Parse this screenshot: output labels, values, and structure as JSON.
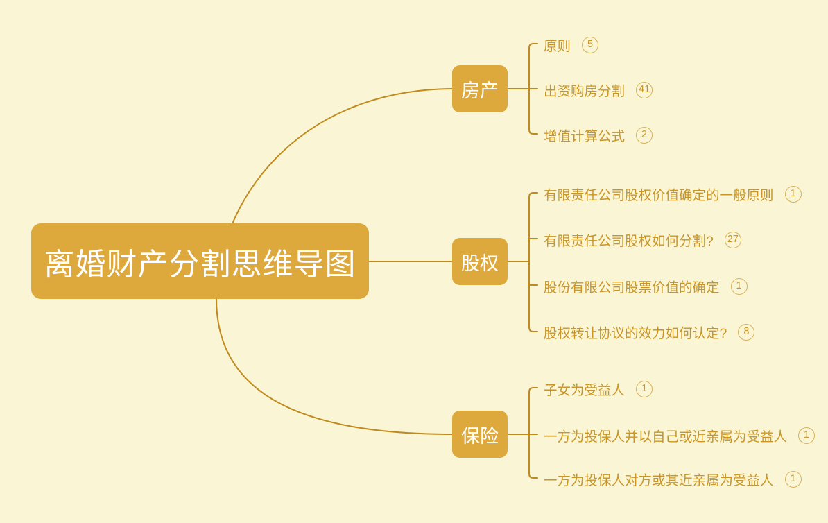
{
  "diagram": {
    "title": "离婚财产分割思维导图",
    "background_color": "#faf6d5",
    "node_color": "#dda93c",
    "line_color": "#c08b1e",
    "text_color": "#c99526",
    "root": {
      "label": "离婚财产分割思维导图"
    },
    "branches": [
      {
        "label": "房产",
        "leaves": [
          {
            "label": "原则",
            "count": "5"
          },
          {
            "label": "出资购房分割",
            "count": "41"
          },
          {
            "label": "增值计算公式",
            "count": "2"
          }
        ]
      },
      {
        "label": "股权",
        "leaves": [
          {
            "label": "有限责任公司股权价值确定的一般原则",
            "count": "1"
          },
          {
            "label": "有限责任公司股权如何分割?",
            "count": "27"
          },
          {
            "label": "股份有限公司股票价值的确定",
            "count": "1"
          },
          {
            "label": "股权转让协议的效力如何认定?",
            "count": "8"
          }
        ]
      },
      {
        "label": "保险",
        "leaves": [
          {
            "label": "子女为受益人",
            "count": "1"
          },
          {
            "label": "一方为投保人并以自己或近亲属为受益人",
            "count": "1"
          },
          {
            "label": "一方为投保人对方或其近亲属为受益人",
            "count": "1"
          }
        ]
      }
    ]
  }
}
